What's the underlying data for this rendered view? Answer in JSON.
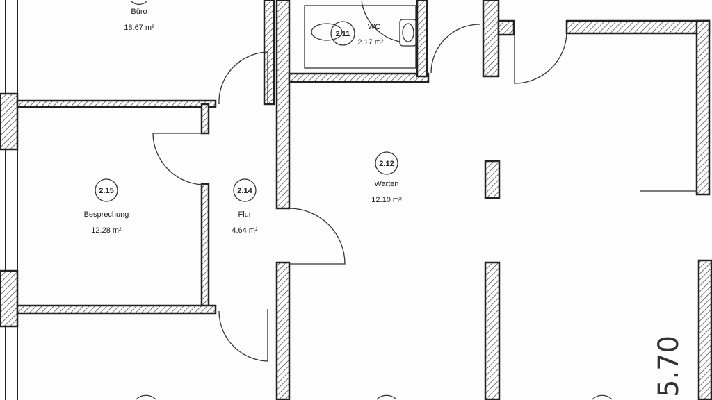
{
  "rooms": [
    {
      "number": "",
      "name": "Büro",
      "area": "18.67 m²"
    },
    {
      "number": "2.11",
      "name": "WC",
      "area": "2.17 m²"
    },
    {
      "number": "2.12",
      "name": "Warten",
      "area": "12.10 m²"
    },
    {
      "number": "2.15",
      "name": "Besprechung",
      "area": "12.28 m²"
    },
    {
      "number": "2.14",
      "name": "Flur",
      "area": "4.64 m²"
    }
  ],
  "annotation": "5.70"
}
